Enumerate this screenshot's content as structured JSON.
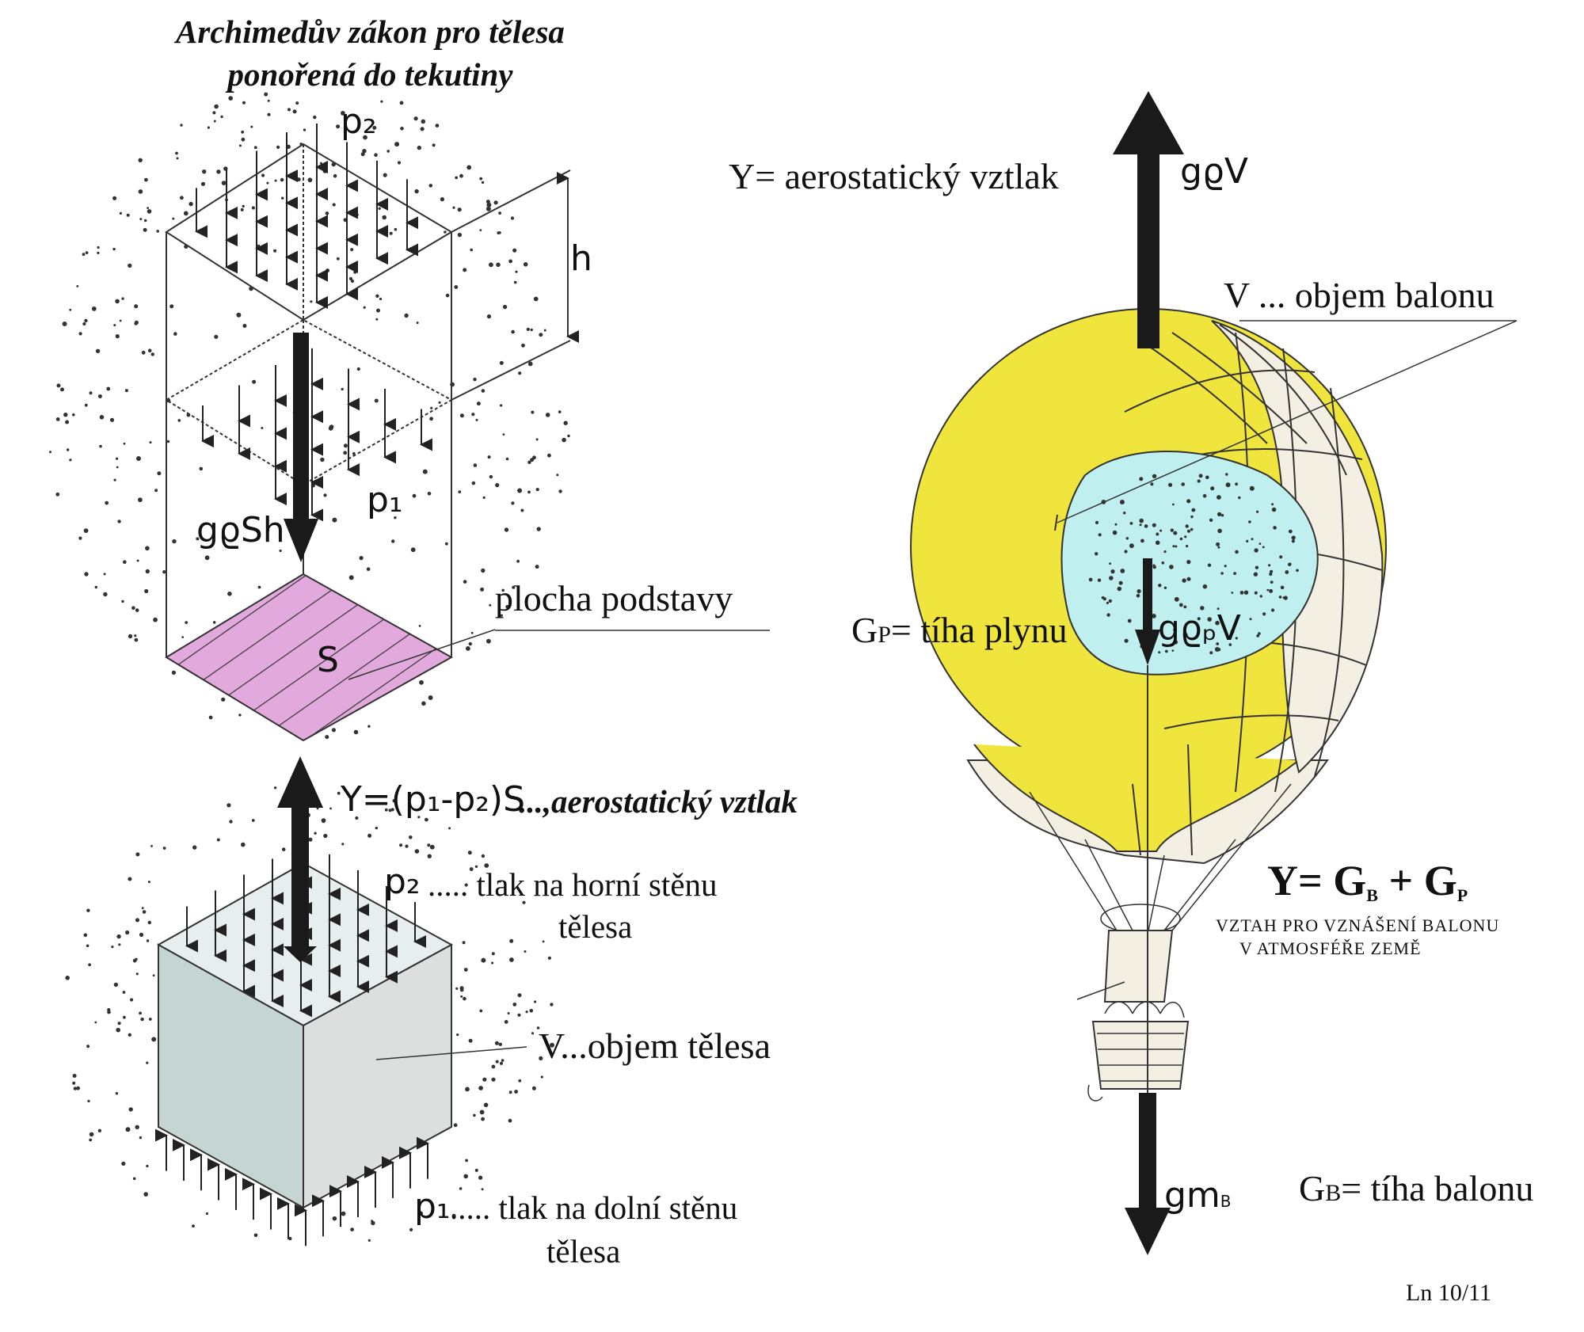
{
  "title": {
    "line1": "Archimedův zákon pro tělesa",
    "line2": "ponořená do tekutiny"
  },
  "left_diagram": {
    "p2_top": "p₂",
    "h": "h",
    "p1_inner": "p₁",
    "weight_formula": "gϱSh",
    "area_symbol": "S",
    "area_label": "plocha podstavy",
    "lift_formula": "Y=(p₁-p₂)S",
    "lift_suffix": "...,aerostatický vztlak",
    "p2_cube": "p₂",
    "p2_desc_line1": "..... tlak na horní stěnu",
    "p2_desc_line2": "tělesa",
    "volume_label": "V...objem tělesa",
    "p1_cube": "p₁",
    "p1_desc_line1": "..... tlak na dolní stěnu",
    "p1_desc_line2": "tělesa"
  },
  "right_diagram": {
    "lift_prefix": "Y",
    "lift_label": "= aerostatický vztlak",
    "lift_formula": "gϱV",
    "volume_label": "V ... objem balonu",
    "gas_weight_prefix": "G",
    "gas_weight_sub": "P",
    "gas_weight_label": "= tíha plynu",
    "gas_formula": "gϱₚV",
    "equation_lhs": "Y= G",
    "equation_sub_b": "B",
    "equation_plus": " + G",
    "equation_sub_p": "P",
    "equation_caption_line1": "VZTAH PRO VZNÁŠENÍ BALONU",
    "equation_caption_line2": "V ATMOSFÉŘE ZEMĚ",
    "weight_formula": "gm",
    "weight_formula_sub": "B",
    "balloon_weight_prefix": "G",
    "balloon_weight_sub": "B",
    "balloon_weight_label": "= tíha balonu"
  },
  "footer": {
    "page_ref": "Ln 10/11"
  },
  "colors": {
    "balloon": "#f0e53c",
    "gas": "#bff0ef",
    "base_hatch": "#e2a9dc",
    "cube_top": "#e6eeee",
    "cube_left": "#c5d6d2",
    "cube_right": "#dcdfdd",
    "arrow": "#1a1a1a"
  }
}
